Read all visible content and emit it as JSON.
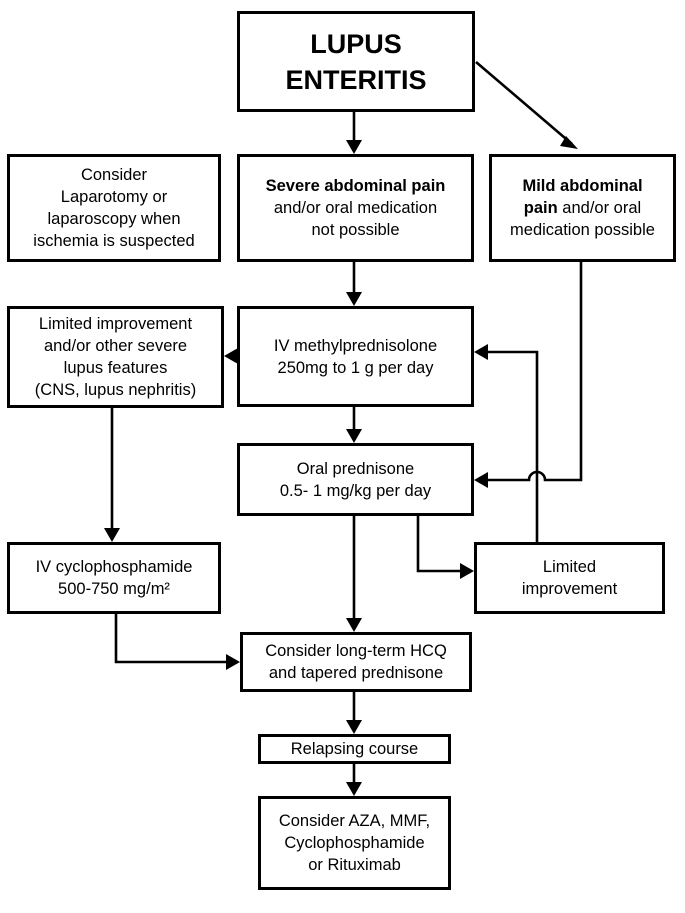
{
  "nodes": {
    "title": {
      "lines": [
        "LUPUS",
        "ENTERITIS"
      ]
    },
    "surgery": {
      "lines": [
        "Consider",
        "Laparotomy or",
        "laparoscopy when",
        "ischemia is suspected"
      ]
    },
    "severe": {
      "bold": "Severe abdominal pain",
      "lines": [
        "and/or oral medication",
        "not possible"
      ]
    },
    "mild": {
      "bold1": "Mild abdominal",
      "bold2": "pain",
      "line2_rest": " and/or oral",
      "line3": "medication possible"
    },
    "limited_severe": {
      "lines": [
        "Limited improvement",
        "and/or other severe",
        "lupus features",
        "(CNS, lupus nephritis)"
      ]
    },
    "iv_methyl": {
      "lines": [
        "IV methylprednisolone",
        "250mg to 1 g per day"
      ]
    },
    "oral_pred": {
      "lines": [
        "Oral prednisone",
        "0.5- 1 mg/kg per day"
      ]
    },
    "iv_cyclo": {
      "lines": [
        "IV cyclophosphamide",
        "500-750 mg/m²"
      ]
    },
    "limited": {
      "lines": [
        "Limited",
        "improvement"
      ]
    },
    "longterm": {
      "lines": [
        "Consider long-term HCQ",
        "and tapered prednisone"
      ]
    },
    "relapsing": {
      "lines": [
        "Relapsing course"
      ]
    },
    "consider_aza": {
      "lines": [
        "Consider AZA, MMF,",
        "Cyclophosphamide",
        "or Rituximab"
      ]
    }
  }
}
